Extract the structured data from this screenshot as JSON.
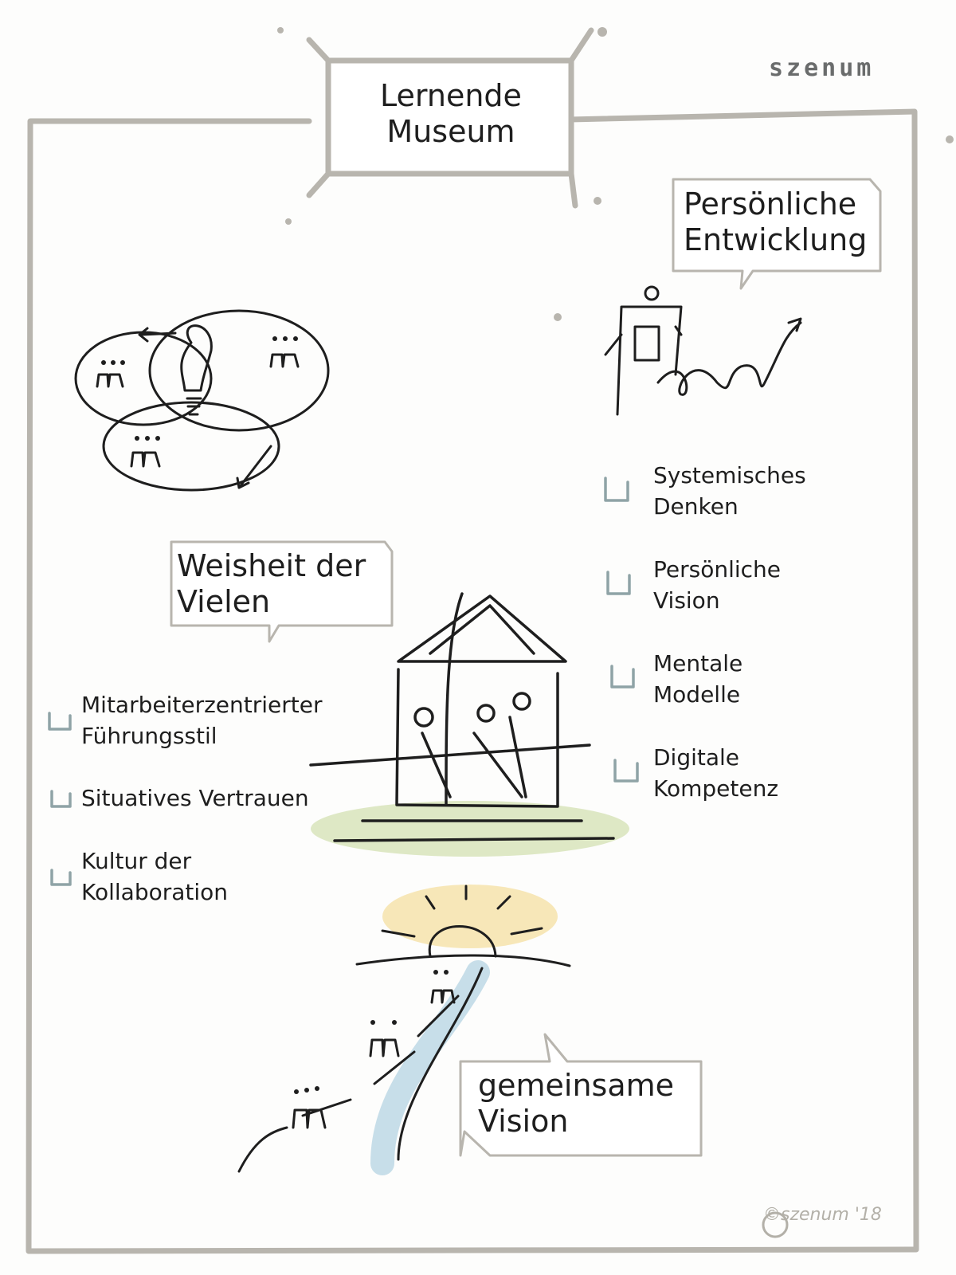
{
  "logo": "szenum",
  "title": "Lernende Museum",
  "title_lines": [
    "Lernende",
    "Museum"
  ],
  "sections": {
    "personal": {
      "heading_lines": [
        "Persönliche",
        "Entwicklung"
      ],
      "items": [
        {
          "lines": [
            "Systemisches",
            "Denken"
          ]
        },
        {
          "lines": [
            "Persönliche",
            "Vision"
          ]
        },
        {
          "lines": [
            "Mentale",
            "Modelle"
          ]
        },
        {
          "lines": [
            "Digitale",
            "Kompetenz"
          ]
        }
      ]
    },
    "wisdom": {
      "heading_lines": [
        "Weisheit der",
        "Vielen"
      ],
      "items": [
        {
          "lines": [
            "Mitarbeiterzentrierter",
            "Führungsstil"
          ]
        },
        {
          "lines": [
            "Situatives Vertrauen"
          ]
        },
        {
          "lines": [
            "Kultur der",
            "Kollaboration"
          ]
        }
      ]
    },
    "vision": {
      "heading_lines": [
        "gemeinsame",
        "Vision"
      ]
    }
  },
  "copyright": "©szenum '18",
  "colors": {
    "frame": "#b8b5ae",
    "ink": "#1e1e1e",
    "checkbox": "#8fa3a6",
    "green": "#c9dba0",
    "yellow": "#f3d98a",
    "blue": "#b9d6e4"
  }
}
